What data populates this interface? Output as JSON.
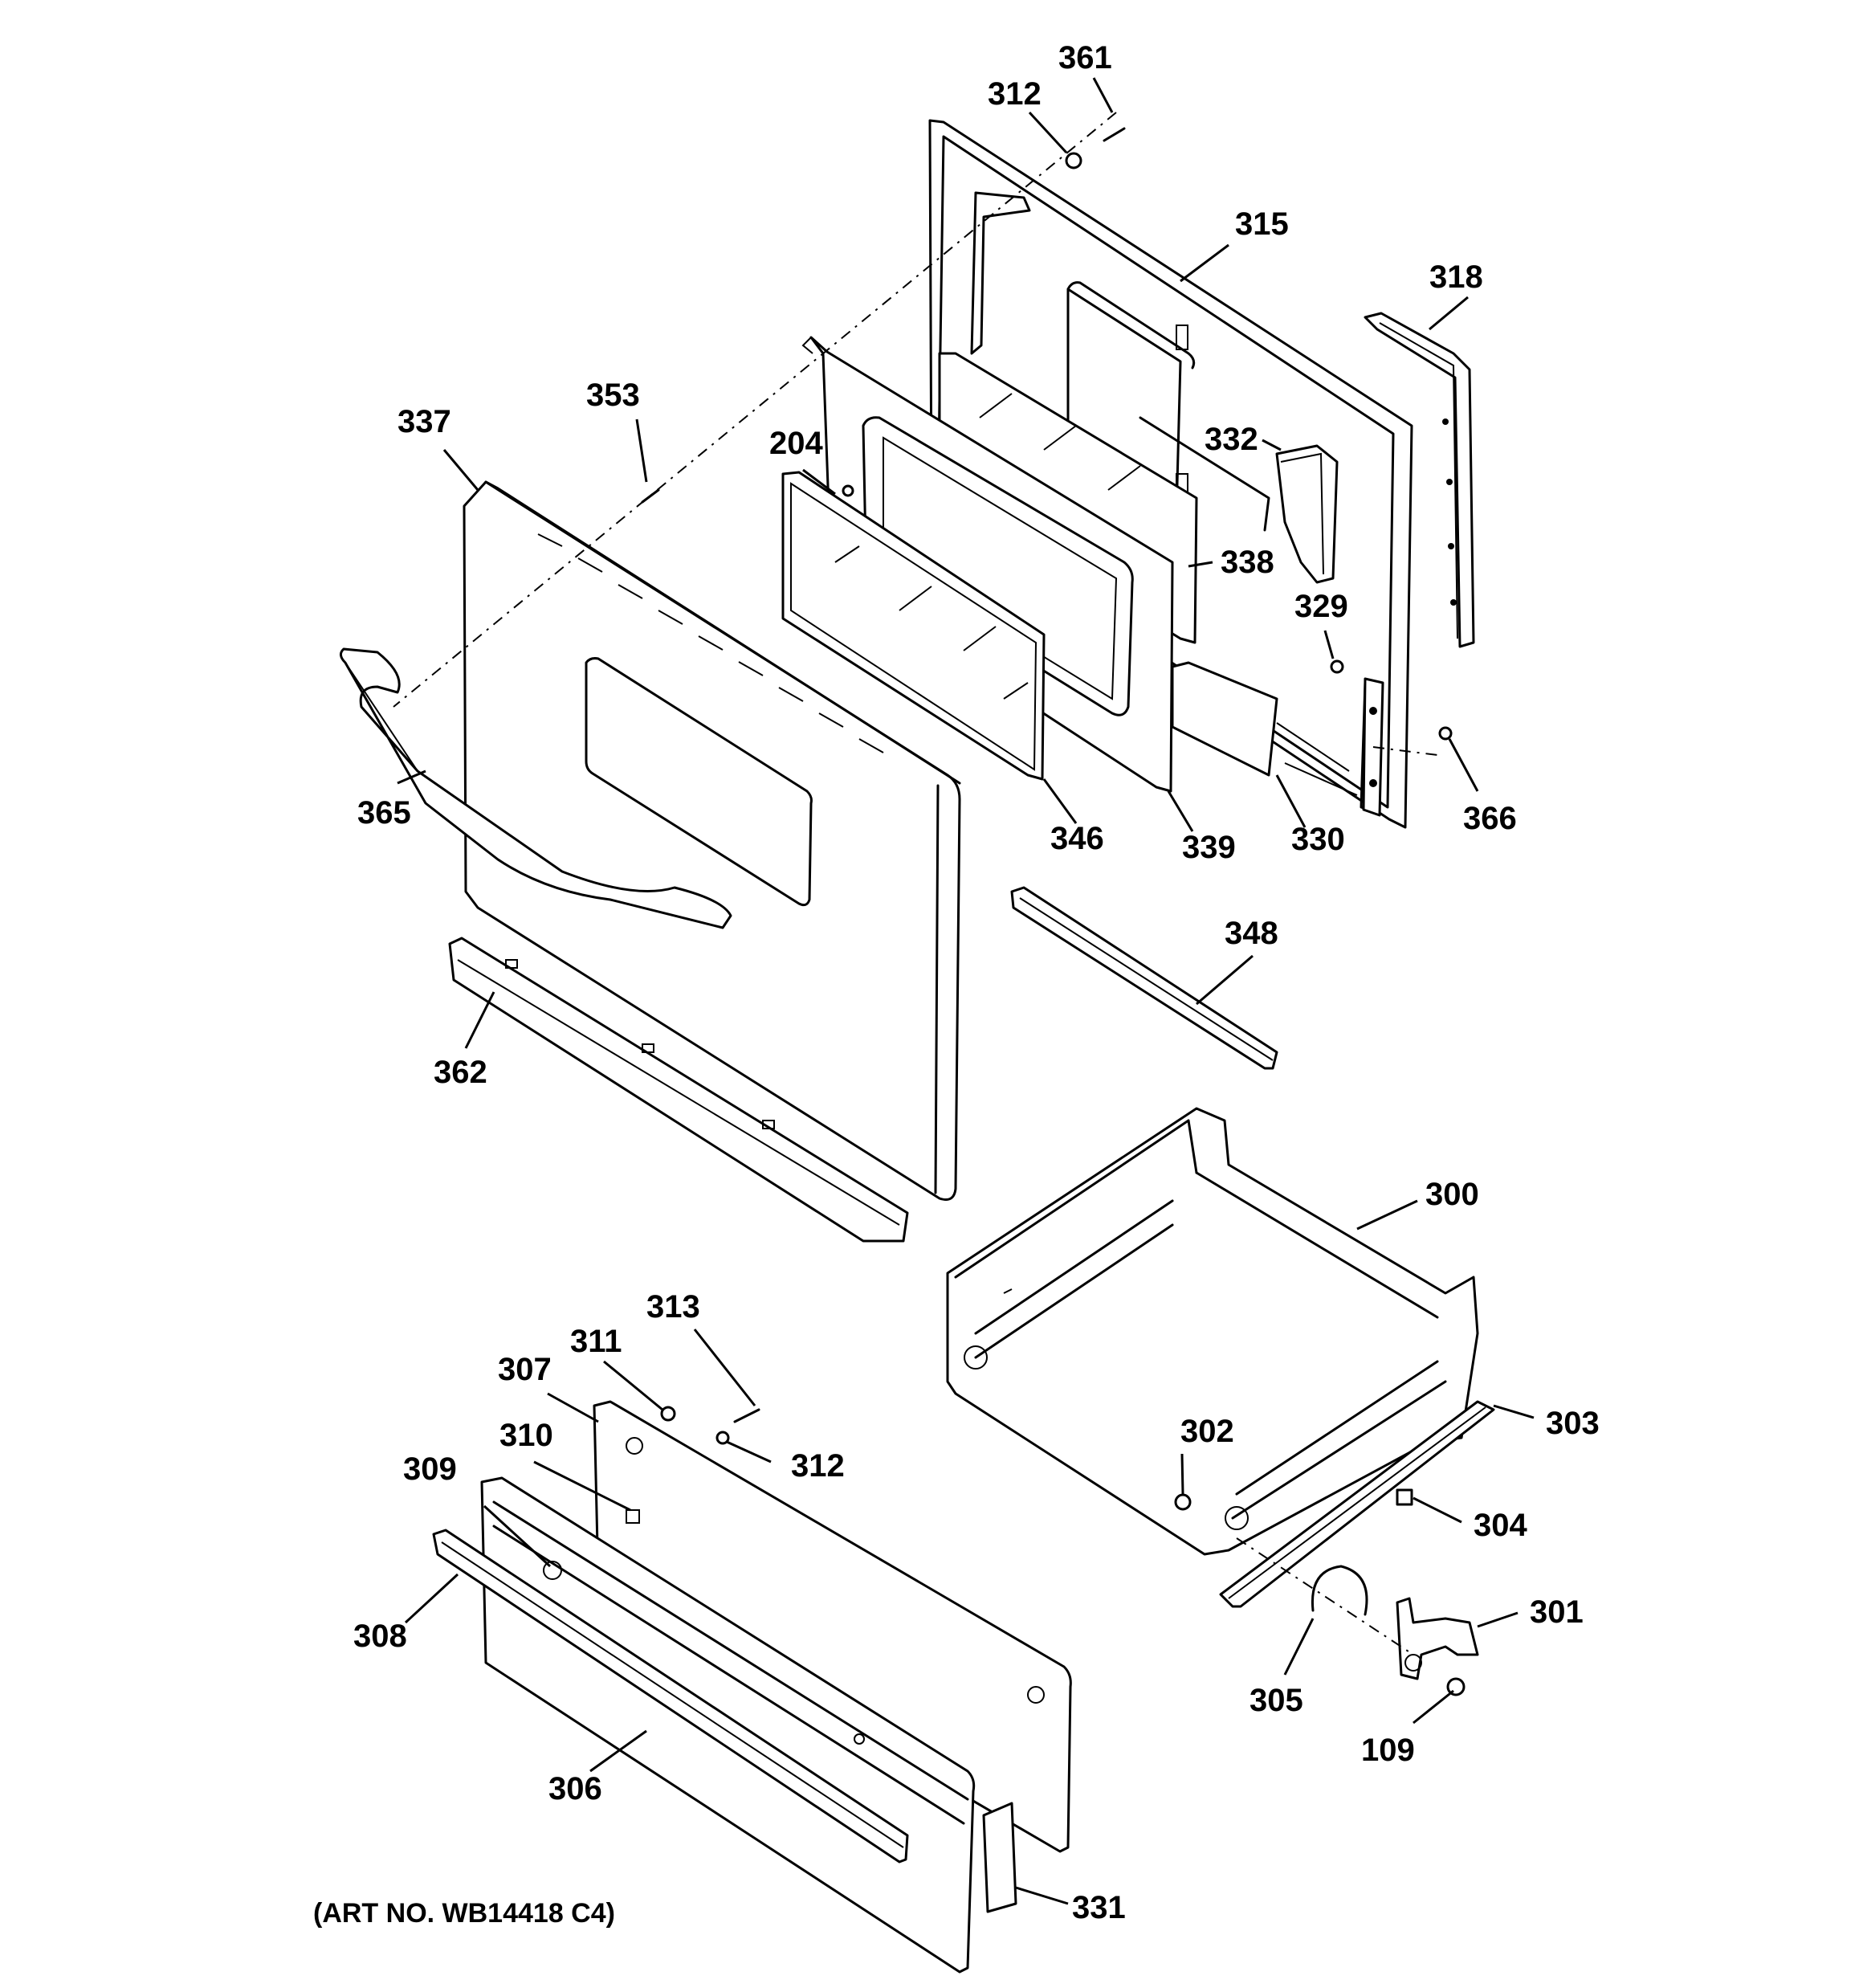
{
  "art_number": "(ART NO. WB14418 C4)",
  "callouts": {
    "c361": "361",
    "c312a": "312",
    "c315": "315",
    "c318": "318",
    "c353": "353",
    "c337": "337",
    "c204": "204",
    "c332": "332",
    "c338": "338",
    "c329": "329",
    "c365": "365",
    "c346": "346",
    "c339": "339",
    "c330": "330",
    "c366": "366",
    "c348": "348",
    "c362": "362",
    "c300": "300",
    "c313": "313",
    "c311": "311",
    "c307": "307",
    "c310": "310",
    "c312b": "312",
    "c302": "302",
    "c303": "303",
    "c309": "309",
    "c304": "304",
    "c301": "301",
    "c308": "308",
    "c305": "305",
    "c109": "109",
    "c306": "306",
    "c331": "331"
  }
}
